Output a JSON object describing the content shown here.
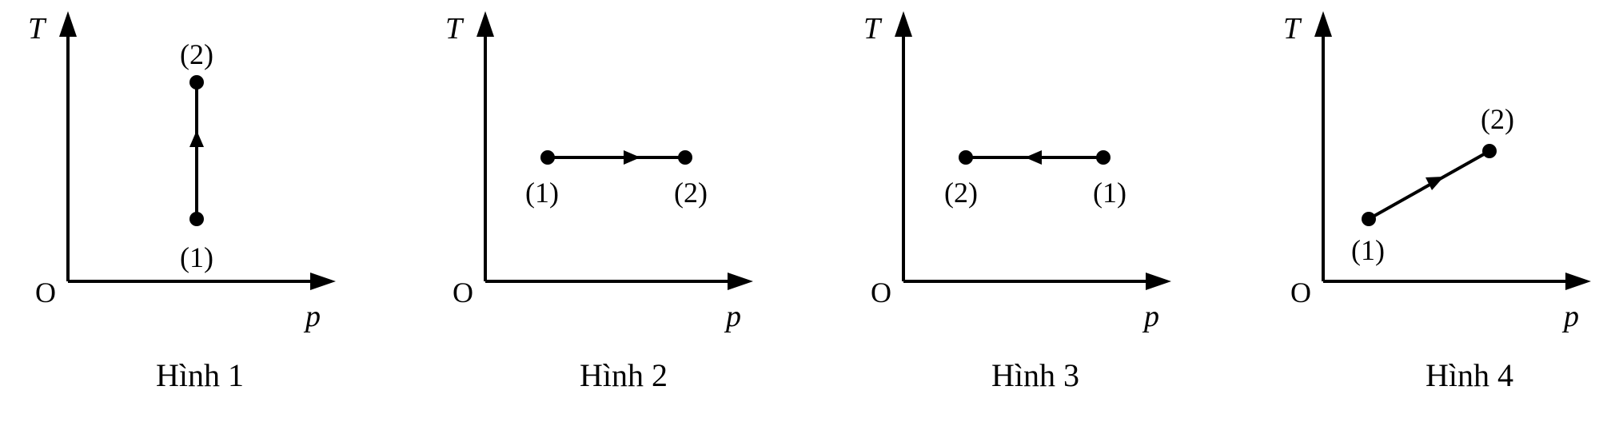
{
  "panels": [
    {
      "caption": "Hình 1",
      "y_axis_label": "T",
      "x_axis_label": "p",
      "origin_label": "O",
      "points": [
        {
          "label": "(1)"
        },
        {
          "label": "(2)"
        }
      ],
      "process_direction": "from (1) to (2)"
    },
    {
      "caption": "Hình 2",
      "y_axis_label": "T",
      "x_axis_label": "p",
      "origin_label": "O",
      "points": [
        {
          "label": "(1)"
        },
        {
          "label": "(2)"
        }
      ],
      "process_direction": "from (1) to (2)"
    },
    {
      "caption": "Hình 3",
      "y_axis_label": "T",
      "x_axis_label": "p",
      "origin_label": "O",
      "points": [
        {
          "label": "(2)"
        },
        {
          "label": "(1)"
        }
      ],
      "process_direction": "from (1) to (2)"
    },
    {
      "caption": "Hình 4",
      "y_axis_label": "T",
      "x_axis_label": "p",
      "origin_label": "O",
      "points": [
        {
          "label": "(1)"
        },
        {
          "label": "(2)"
        }
      ],
      "process_direction": "from (1) to (2)"
    }
  ]
}
